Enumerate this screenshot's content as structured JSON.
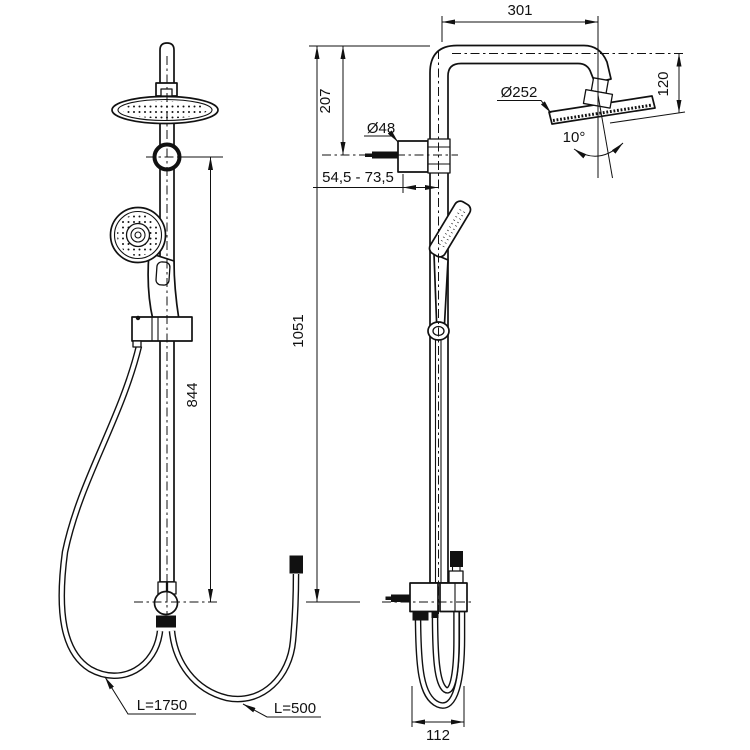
{
  "drawing_type": "shower-system-dimensional-drawing",
  "colors": {
    "line": "#111111",
    "background": "#ffffff"
  },
  "dims": {
    "arm_reach_mm": "301",
    "arm_to_bracket_mm": "207",
    "head_drop_mm": "120",
    "head_diameter": "Ø252",
    "head_tilt_angle": "10°",
    "wall_escutcheon_diameter": "Ø48",
    "wall_clearance_mm": "54,5 - 73,5",
    "riser_height_mm": "1051",
    "rail_travel_mm": "844",
    "hose_long_label": "L=1750",
    "hose_short_label": "L=500",
    "base_depth_mm": "112"
  }
}
